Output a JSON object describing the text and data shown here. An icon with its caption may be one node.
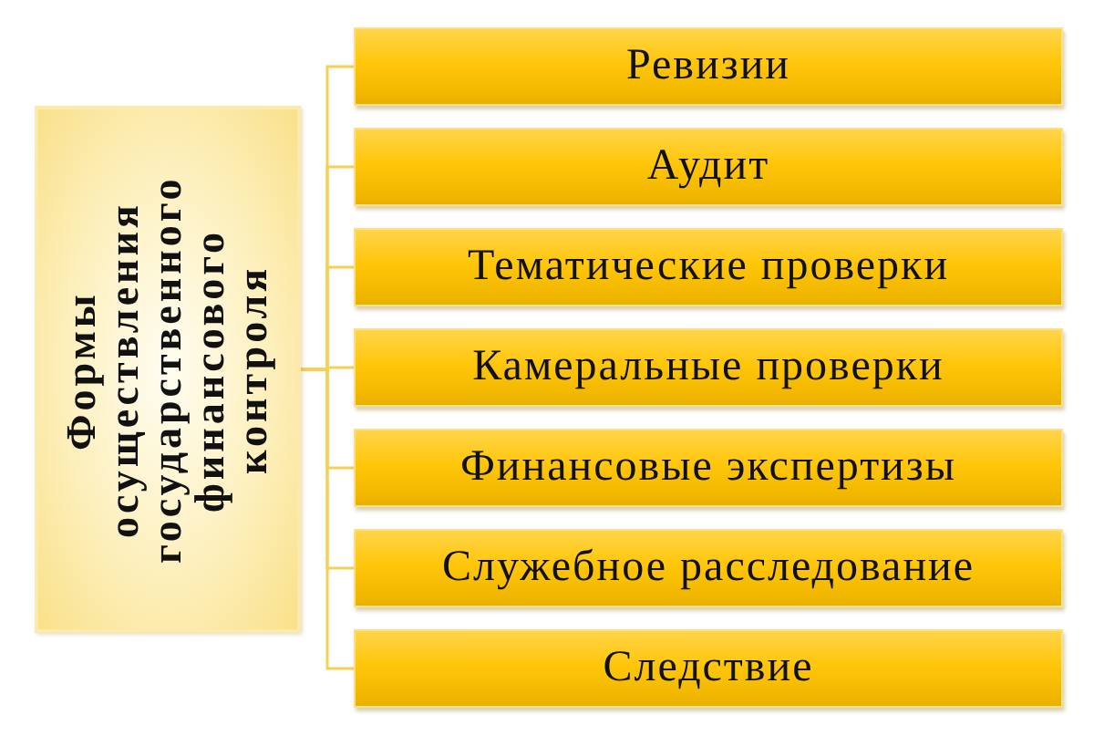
{
  "diagram": {
    "nodes": [
      {
        "text": [
          "Формы осуществления государственного финансового контроля"
        ]
      },
      {
        "text": [
          "Ревизии"
        ]
      },
      {
        "text": [
          "Аудит"
        ]
      },
      {
        "text": [
          "Тематические проверки"
        ]
      },
      {
        "text": [
          "Камеральные проверки"
        ]
      },
      {
        "text": [
          "Финансовые экспертизы"
        ]
      },
      {
        "text": [
          "Служебное расследование"
        ]
      },
      {
        "text": [
          "Следствие"
        ]
      }
    ],
    "edges": [
      {
        "from": 0,
        "to": 1,
        "arrow": "none"
      },
      {
        "from": 0,
        "to": 2,
        "arrow": "none"
      },
      {
        "from": 0,
        "to": 3,
        "arrow": "none"
      },
      {
        "from": 0,
        "to": 4,
        "arrow": "none"
      },
      {
        "from": 0,
        "to": 5,
        "arrow": "none"
      },
      {
        "from": 0,
        "to": 6,
        "arrow": "none"
      },
      {
        "from": 0,
        "to": 7,
        "arrow": "none"
      }
    ]
  }
}
